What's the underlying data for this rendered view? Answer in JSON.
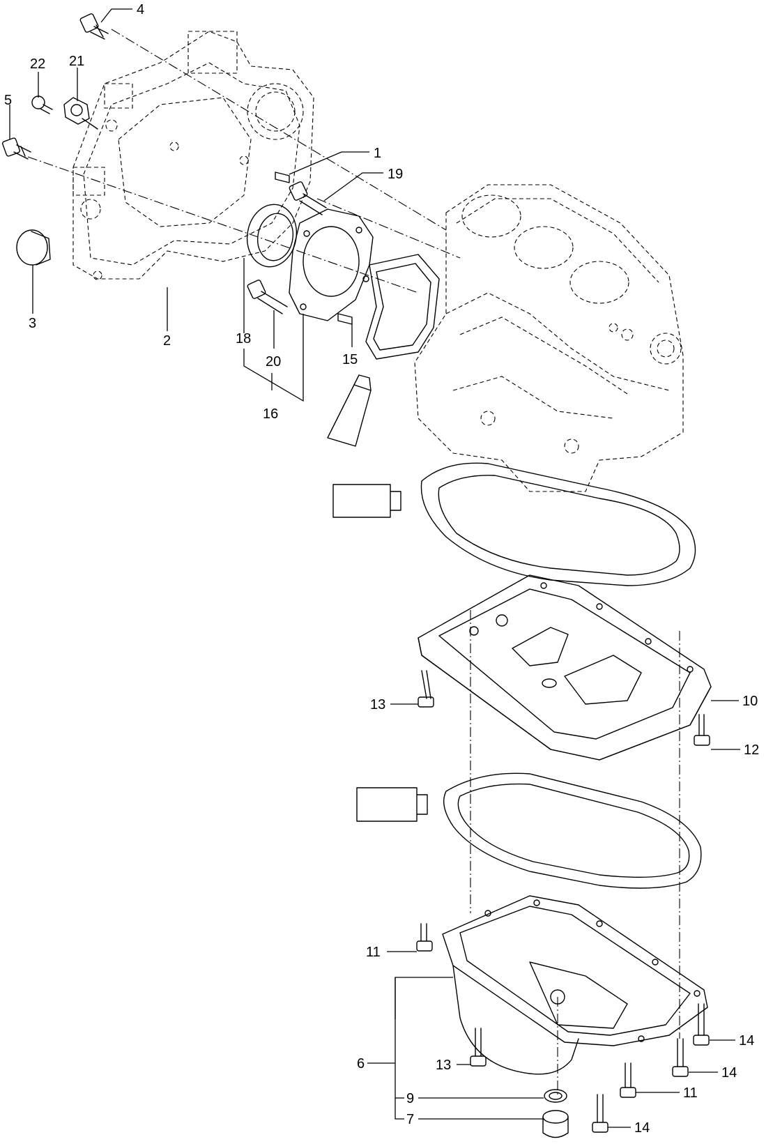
{
  "callouts": [
    {
      "id": "c1",
      "label": "1"
    },
    {
      "id": "c2",
      "label": "2"
    },
    {
      "id": "c3",
      "label": "3"
    },
    {
      "id": "c4",
      "label": "4"
    },
    {
      "id": "c5",
      "label": "5"
    },
    {
      "id": "c6",
      "label": "6"
    },
    {
      "id": "c7",
      "label": "7"
    },
    {
      "id": "c9",
      "label": "9"
    },
    {
      "id": "c10",
      "label": "10"
    },
    {
      "id": "c11a",
      "label": "11"
    },
    {
      "id": "c11b",
      "label": "11"
    },
    {
      "id": "c12",
      "label": "12"
    },
    {
      "id": "c13a",
      "label": "13"
    },
    {
      "id": "c13b",
      "label": "13"
    },
    {
      "id": "c14a",
      "label": "14"
    },
    {
      "id": "c14b",
      "label": "14"
    },
    {
      "id": "c14c",
      "label": "14"
    },
    {
      "id": "c15",
      "label": "15"
    },
    {
      "id": "c16",
      "label": "16"
    },
    {
      "id": "c18",
      "label": "18"
    },
    {
      "id": "c19",
      "label": "19"
    },
    {
      "id": "c20",
      "label": "20"
    },
    {
      "id": "c21",
      "label": "21"
    },
    {
      "id": "c22",
      "label": "22"
    }
  ]
}
